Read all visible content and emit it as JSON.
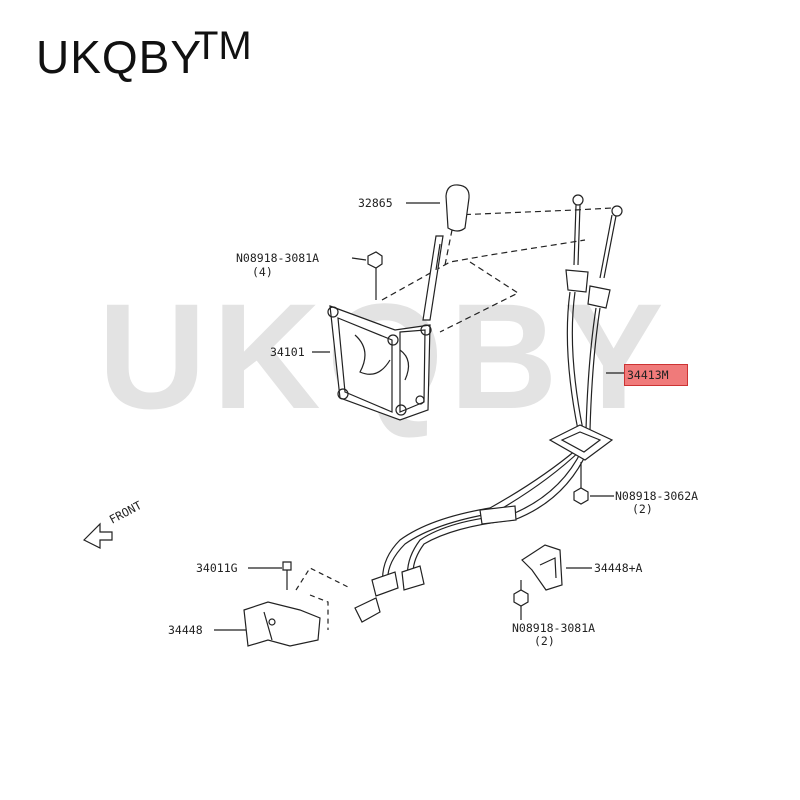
{
  "brand": {
    "name": "UKQBY",
    "trademark": "TM"
  },
  "watermark": "UKQBY",
  "parts": {
    "knob": "32865",
    "nut_top": "N08918-3081A",
    "nut_top_qty": "(4)",
    "bracket": "34101",
    "cable": "34413M",
    "nut_mid": "N08918-3062A",
    "nut_mid_qty": "(2)",
    "bolt": "34011G",
    "bracket_right": "34448+A",
    "bracket_left": "34448",
    "nut_bottom": "N08918-3081A",
    "nut_bottom_qty": "(2)"
  },
  "front_label": "FRONT",
  "colors": {
    "highlight": "#f07a7a",
    "line": "#222222",
    "watermark": "#e3e3e3"
  }
}
